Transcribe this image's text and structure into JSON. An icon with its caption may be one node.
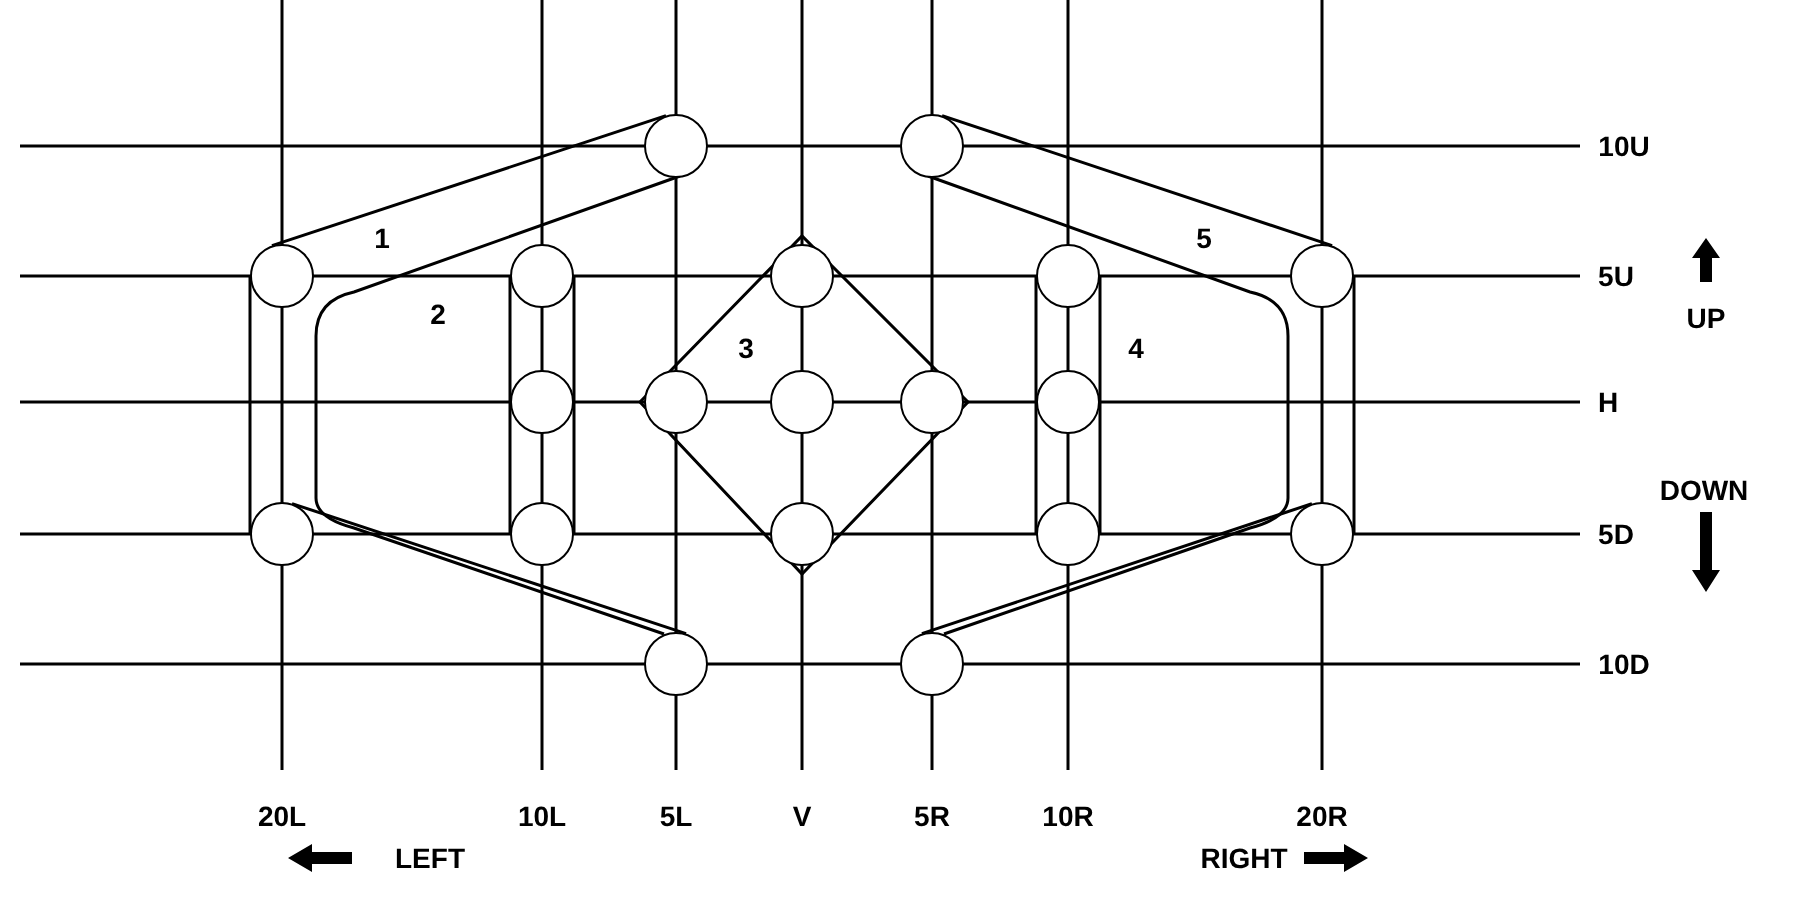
{
  "diagram": {
    "nodes": [
      {
        "text": [],
        "shape": "circle"
      },
      {
        "text": [],
        "shape": "circle"
      },
      {
        "text": [],
        "shape": "circle"
      },
      {
        "text": [],
        "shape": "circle"
      },
      {
        "text": [],
        "shape": "circle"
      },
      {
        "text": [],
        "shape": "circle"
      },
      {
        "text": [],
        "shape": "circle"
      },
      {
        "text": [],
        "shape": "circle"
      },
      {
        "text": [],
        "shape": "circle"
      },
      {
        "text": [],
        "shape": "circle"
      },
      {
        "text": [],
        "shape": "circle"
      },
      {
        "text": [],
        "shape": "circle"
      },
      {
        "text": [],
        "shape": "circle"
      },
      {
        "text": [],
        "shape": "circle"
      },
      {
        "text": [],
        "shape": "circle"
      },
      {
        "text": [],
        "shape": "circle"
      },
      {
        "text": [],
        "shape": "circle"
      },
      {
        "text": [],
        "shape": "circle"
      },
      {
        "text": [],
        "shape": "circle"
      }
    ],
    "labels": [
      "10U",
      "1",
      "5",
      "5U",
      "2",
      "3",
      "4",
      "UP",
      "H",
      "DOWN",
      "5D",
      "10D",
      "20L",
      "10L",
      "5L",
      "V",
      "5R",
      "10R",
      "20R",
      "LEFT",
      "RIGHT"
    ]
  }
}
